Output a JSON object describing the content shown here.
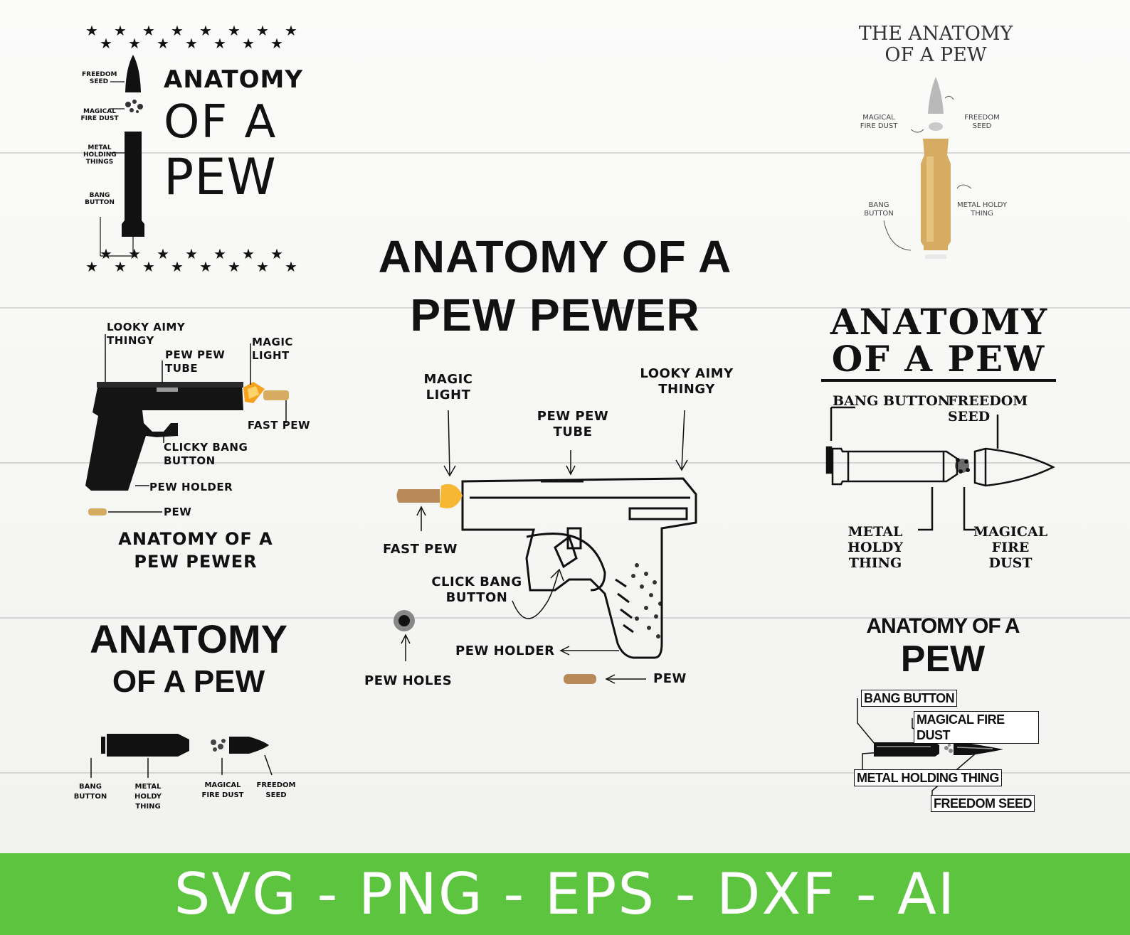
{
  "design1": {
    "title_line1": "ANATOMY",
    "title_line2": "OF A",
    "title_line3": "PEW",
    "labels": [
      "FREEDOM SEED",
      "MAGICAL FIRE DUST",
      "METAL HOLDING THINGS",
      "BANG BUTTON"
    ]
  },
  "design2": {
    "title_line1": "THE ANATOMY",
    "title_line2": "OF A PEW",
    "labels": {
      "magical": "MAGICAL FIRE DUST",
      "freedom": "FREEDOM SEED",
      "bang": "BANG BUTTON",
      "metal": "METAL HOLDY THING"
    }
  },
  "design3": {
    "labels": {
      "looky": "LOOKY AIMY THINGY",
      "tube": "PEW PEW TUBE",
      "magic": "MAGIC LIGHT",
      "fast": "FAST PEW",
      "clicky": "CLICKY BANG BUTTON",
      "holder": "PEW HOLDER",
      "pew": "PEW"
    },
    "title_line1": "ANATOMY OF A",
    "title_line2": "PEW PEWER"
  },
  "design4": {
    "title_line1": "ANATOMY OF A",
    "title_line2": "PEW PEWER",
    "labels": {
      "magic": "MAGIC LIGHT",
      "tube": "PEW PEW TUBE",
      "looky": "LOOKY AIMY THINGY",
      "fast": "FAST PEW",
      "click": "CLICK BANG BUTTON",
      "holder": "PEW HOLDER",
      "holes": "PEW HOLES",
      "pew": "PEW"
    }
  },
  "design5": {
    "title_line1": "ANATOMY",
    "title_line2": "OF A PEW",
    "labels": {
      "bang": "BANG BUTTON",
      "freedom": "FREEDOM SEED",
      "metal": "METAL HOLDY THING",
      "magical": "MAGICAL FIRE DUST"
    }
  },
  "design6": {
    "title_line1": "ANATOMY",
    "title_line2": "OF A PEW",
    "labels": {
      "bang": "BANG BUTTON",
      "metal": "METAL HOLDY THING",
      "magical": "MAGICAL FIRE DUST",
      "freedom": "FREEDOM SEED"
    }
  },
  "design7": {
    "title_line1": "ANATOMY OF A",
    "title_line2": "PEW",
    "labels": {
      "bang": "BANG BUTTON",
      "magical": "MAGICAL FIRE DUST",
      "metal": "METAL HOLDING THING",
      "freedom": "FREEDOM SEED"
    }
  },
  "footer": {
    "formats": "SVG - PNG - EPS - DXF - AI"
  },
  "colors": {
    "footer": "#5cc43f",
    "brass": "#d6ab62",
    "flash": "#f7b733",
    "bullet_tip": "#b88a5a"
  }
}
